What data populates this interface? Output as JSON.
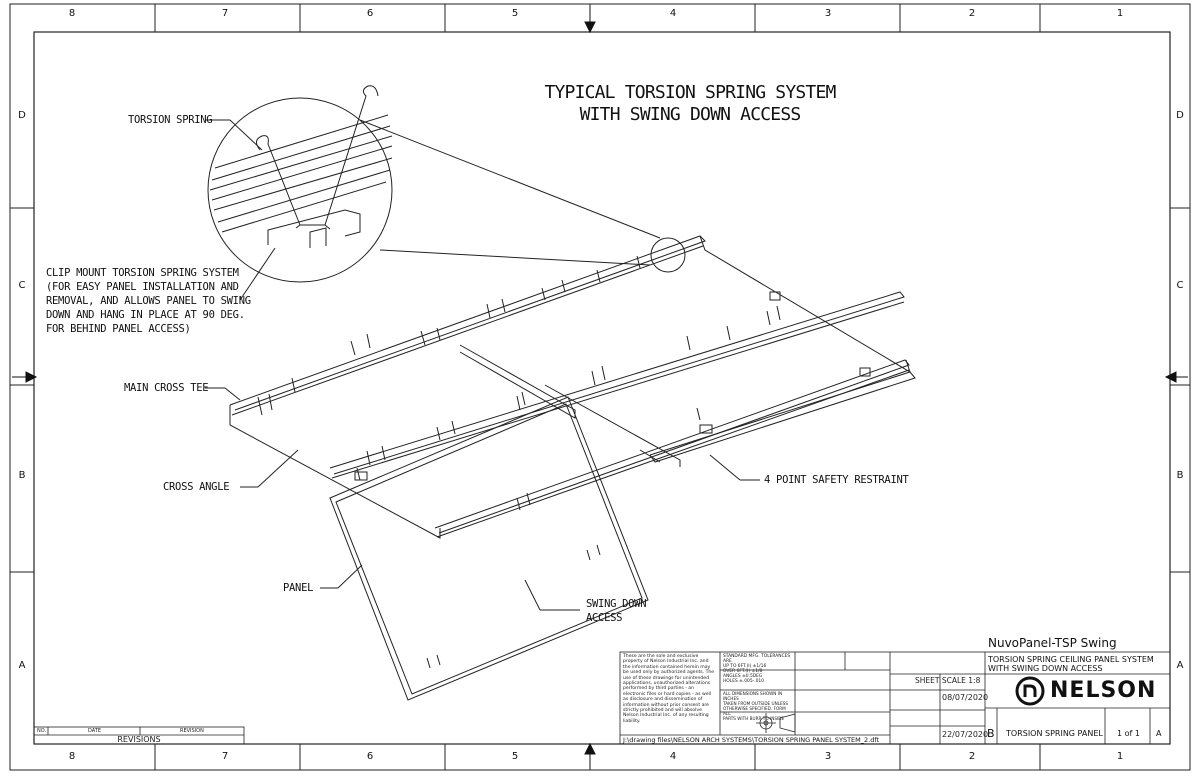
{
  "drawing_title": "TYPICAL TORSION SPRING SYSTEM\nWITH SWING DOWN ACCESS",
  "zones": {
    "columns": [
      "8",
      "7",
      "6",
      "5",
      "4",
      "3",
      "2",
      "1"
    ],
    "rows": [
      "D",
      "C",
      "B",
      "A"
    ]
  },
  "callouts": {
    "torsion_spring": "TORSION SPRING",
    "clip_mount": "CLIP MOUNT TORSION SPRING SYSTEM\n(FOR EASY PANEL INSTALLATION AND\nREMOVAL, AND ALLOWS PANEL TO SWING\nDOWN AND HANG IN PLACE AT 90 DEG.\nFOR BEHIND PANEL ACCESS)",
    "main_cross_tee": "MAIN CROSS TEE",
    "cross_angle": "CROSS ANGLE",
    "panel": "PANEL",
    "swing_down": "SWING DOWN\nACCESS",
    "safety_restraint": "4 POINT SAFETY RESTRAINT"
  },
  "revisions": {
    "col_no": "NO.",
    "col_date": "DATE",
    "col_revision": "REVISION",
    "label": "REVISIONS"
  },
  "title_block": {
    "disclaimer": "These are the sole and exclusive property of Nelson Industrial Inc. and the information contained herein may be used only by authorized agents. The use of these drawings for unintended applications, unauthorized alterations performed by third parties - an electronic files or hard copies - as well as disclosure and dissemination of information without prior consent are strictly prohibited and will absolve Nelson Industrial Inc. of any resulting liability.",
    "tolerances": "STANDARD MFG. TOLERANCES ARE\nUP TO 6FT.(I) ±1/16\nOVER 6FT.(I) ±1/8\nANGLES ±0.5DEG\nHOLES ±.005-.010",
    "dimensions_note": "ALL DIMENSIONS SHOWN IN INCHES\nTAKEN FROM OUTSIDE UNLESS\nOTHERWISE SPECIFIED. FORM ALL\nPARTS WITH BURR TO INSIDE",
    "sheet_scale": "SHEET SCALE 1:8",
    "date1": "08/07/2020",
    "date2": "22/07/2020",
    "product": "NuvoPanel-TSP Swing",
    "title": "TORSION SPRING CEILING PANEL SYSTEM\nWITH SWING DOWN ACCESS",
    "logo": "NELSON",
    "size": "B",
    "drawing_name": "TORSION SPRING PANEL",
    "sheet": "1 of 1",
    "rev": "A",
    "file_path": "J:\\drawing files\\NELSON ARCH SYSTEMS\\TORSION SPRING PANEL SYSTEM_2.dft"
  }
}
